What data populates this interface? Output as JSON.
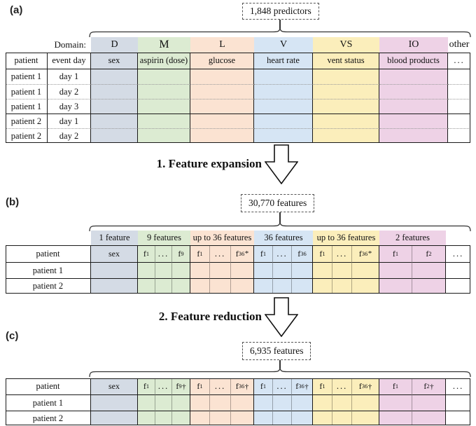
{
  "colors": {
    "D": "#d4dbe5",
    "M": "#dcebd2",
    "L": "#fbe3d2",
    "V": "#d6e5f4",
    "VS": "#fbeebb",
    "IO": "#eed2e6",
    "other": "#ffffff"
  },
  "steps": {
    "expansion": "1. Feature expansion",
    "reduction": "2. Feature reduction"
  },
  "panel_a": {
    "label": "(a)",
    "count_box": "1,848 predictors",
    "domain_label": "Domain:",
    "domains": [
      {
        "key": "D",
        "label": "D"
      },
      {
        "key": "M",
        "label": "M"
      },
      {
        "key": "L",
        "label": "L"
      },
      {
        "key": "V",
        "label": "V"
      },
      {
        "key": "VS",
        "label": "VS"
      },
      {
        "key": "IO",
        "label": "IO"
      },
      {
        "key": "other",
        "label": "other"
      }
    ],
    "header": [
      "patient",
      "event day",
      "sex",
      "aspirin (dose)",
      "glucose",
      "heart rate",
      "vent status",
      "blood products",
      "..."
    ],
    "rows": [
      [
        "patient 1",
        "day 1"
      ],
      [
        "patient 1",
        "day 2"
      ],
      [
        "patient 1",
        "day 3"
      ],
      [
        "patient 2",
        "day 1"
      ],
      [
        "patient 2",
        "day 2"
      ]
    ]
  },
  "panel_b": {
    "label": "(b)",
    "count_box": "30,770 features",
    "patient_header": "patient",
    "rows": [
      "patient 1",
      "patient 2"
    ],
    "groups": [
      {
        "key": "D",
        "count": "1 feature",
        "cells": [
          {
            "t": "sex"
          }
        ]
      },
      {
        "key": "M",
        "count": "9 features",
        "cells": [
          {
            "b": "f",
            "s": "1"
          },
          {
            "t": "..."
          },
          {
            "b": "f",
            "s": "9"
          }
        ]
      },
      {
        "key": "L",
        "count": "up to 36 features",
        "cells": [
          {
            "b": "f",
            "s": "1"
          },
          {
            "t": "..."
          },
          {
            "b": "f",
            "s": "36",
            "x": "*"
          }
        ]
      },
      {
        "key": "V",
        "count": "36 features",
        "cells": [
          {
            "b": "f",
            "s": "1"
          },
          {
            "t": "..."
          },
          {
            "b": "f",
            "s": "36"
          }
        ]
      },
      {
        "key": "VS",
        "count": "up to 36 features",
        "cells": [
          {
            "b": "f",
            "s": "1"
          },
          {
            "t": "..."
          },
          {
            "b": "f",
            "s": "36",
            "x": "*"
          }
        ]
      },
      {
        "key": "IO",
        "count": "2 features",
        "cells": [
          {
            "b": "f",
            "s": "1"
          },
          {
            "b": "f",
            "s": "2"
          }
        ]
      },
      {
        "key": "other",
        "count": "",
        "cells": [
          {
            "t": "..."
          }
        ]
      }
    ]
  },
  "panel_c": {
    "label": "(c)",
    "count_box": "6,935 features",
    "patient_header": "patient",
    "rows": [
      "patient 1",
      "patient 2"
    ],
    "groups": [
      {
        "key": "D",
        "cells": [
          {
            "t": "sex"
          }
        ]
      },
      {
        "key": "M",
        "cells": [
          {
            "b": "f",
            "s": "1"
          },
          {
            "t": "..."
          },
          {
            "b": "f",
            "s": "9",
            "x": "†"
          }
        ]
      },
      {
        "key": "L",
        "cells": [
          {
            "b": "f",
            "s": "1"
          },
          {
            "t": "..."
          },
          {
            "b": "f",
            "s": "36",
            "x": "†"
          }
        ]
      },
      {
        "key": "V",
        "cells": [
          {
            "b": "f",
            "s": "1"
          },
          {
            "t": "..."
          },
          {
            "b": "f",
            "s": "36",
            "x": "†"
          }
        ]
      },
      {
        "key": "VS",
        "cells": [
          {
            "b": "f",
            "s": "1"
          },
          {
            "t": "..."
          },
          {
            "b": "f",
            "s": "36",
            "x": "†"
          }
        ]
      },
      {
        "key": "IO",
        "cells": [
          {
            "b": "f",
            "s": "1"
          },
          {
            "b": "f",
            "s": "2",
            "x": "†"
          }
        ]
      },
      {
        "key": "other",
        "cells": [
          {
            "t": "..."
          }
        ]
      }
    ]
  }
}
